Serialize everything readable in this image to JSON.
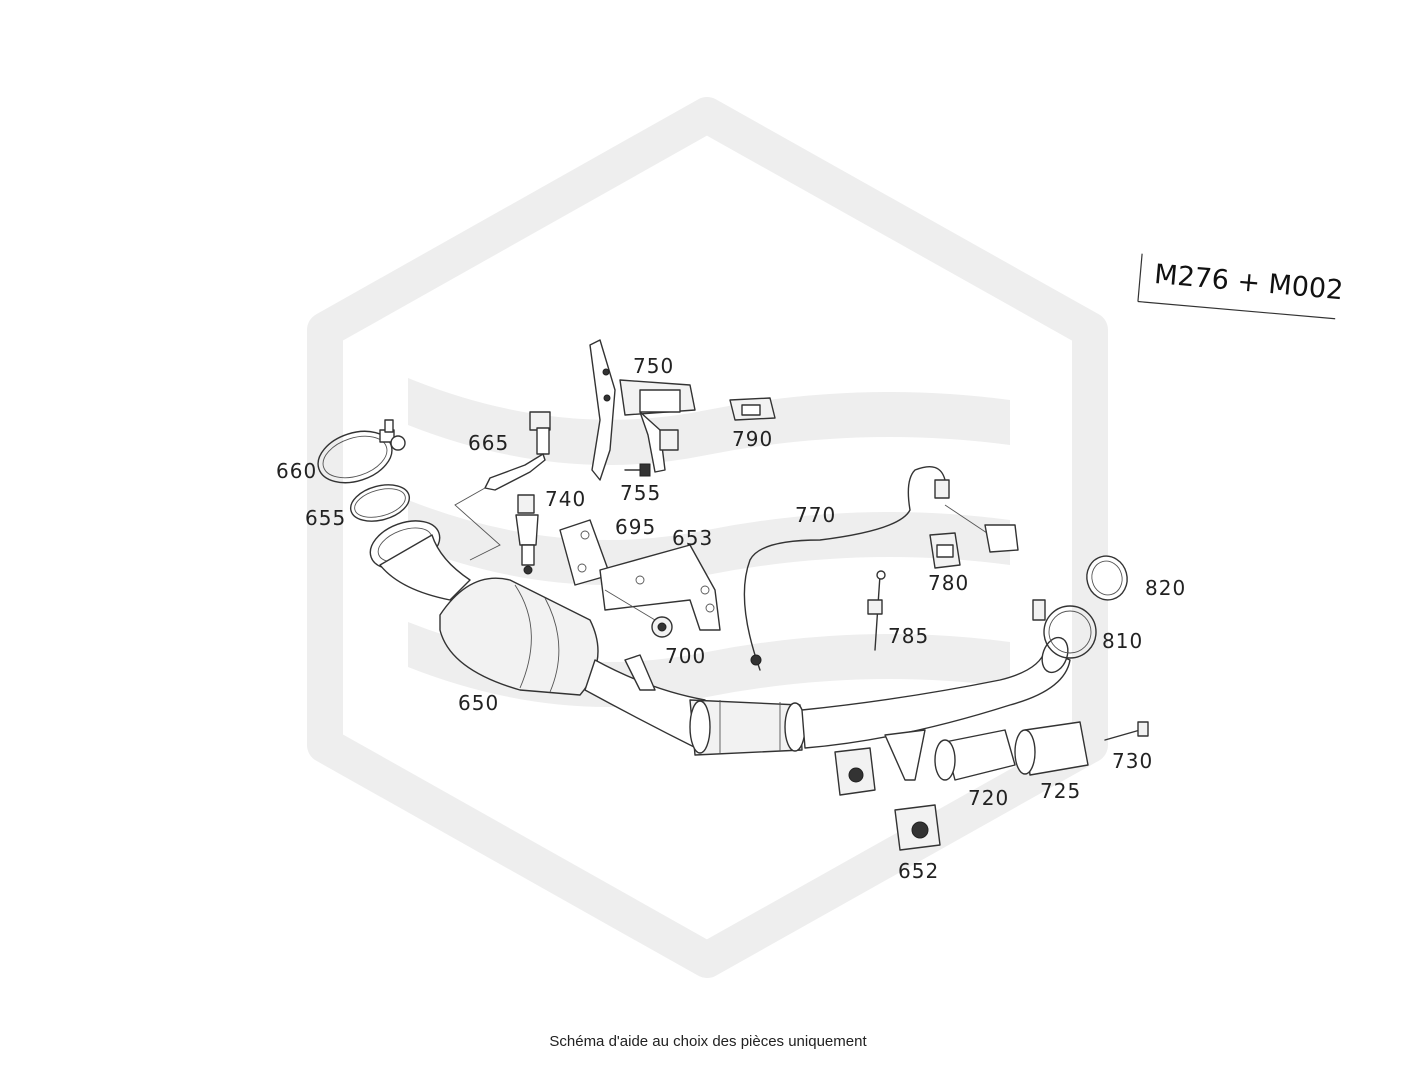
{
  "diagram": {
    "model_tag": "M276 + M002",
    "caption": "Schéma d'aide au choix des pièces uniquement",
    "parts": [
      {
        "id": "p650",
        "number": "650"
      },
      {
        "id": "p652",
        "number": "652"
      },
      {
        "id": "p653",
        "number": "653"
      },
      {
        "id": "p655",
        "number": "655"
      },
      {
        "id": "p660",
        "number": "660"
      },
      {
        "id": "p665",
        "number": "665"
      },
      {
        "id": "p695",
        "number": "695"
      },
      {
        "id": "p700",
        "number": "700"
      },
      {
        "id": "p720",
        "number": "720"
      },
      {
        "id": "p725",
        "number": "725"
      },
      {
        "id": "p730",
        "number": "730"
      },
      {
        "id": "p740",
        "number": "740"
      },
      {
        "id": "p750",
        "number": "750"
      },
      {
        "id": "p755",
        "number": "755"
      },
      {
        "id": "p770",
        "number": "770"
      },
      {
        "id": "p780",
        "number": "780"
      },
      {
        "id": "p785",
        "number": "785"
      },
      {
        "id": "p790",
        "number": "790"
      },
      {
        "id": "p810",
        "number": "810"
      },
      {
        "id": "p820",
        "number": "820"
      }
    ]
  }
}
